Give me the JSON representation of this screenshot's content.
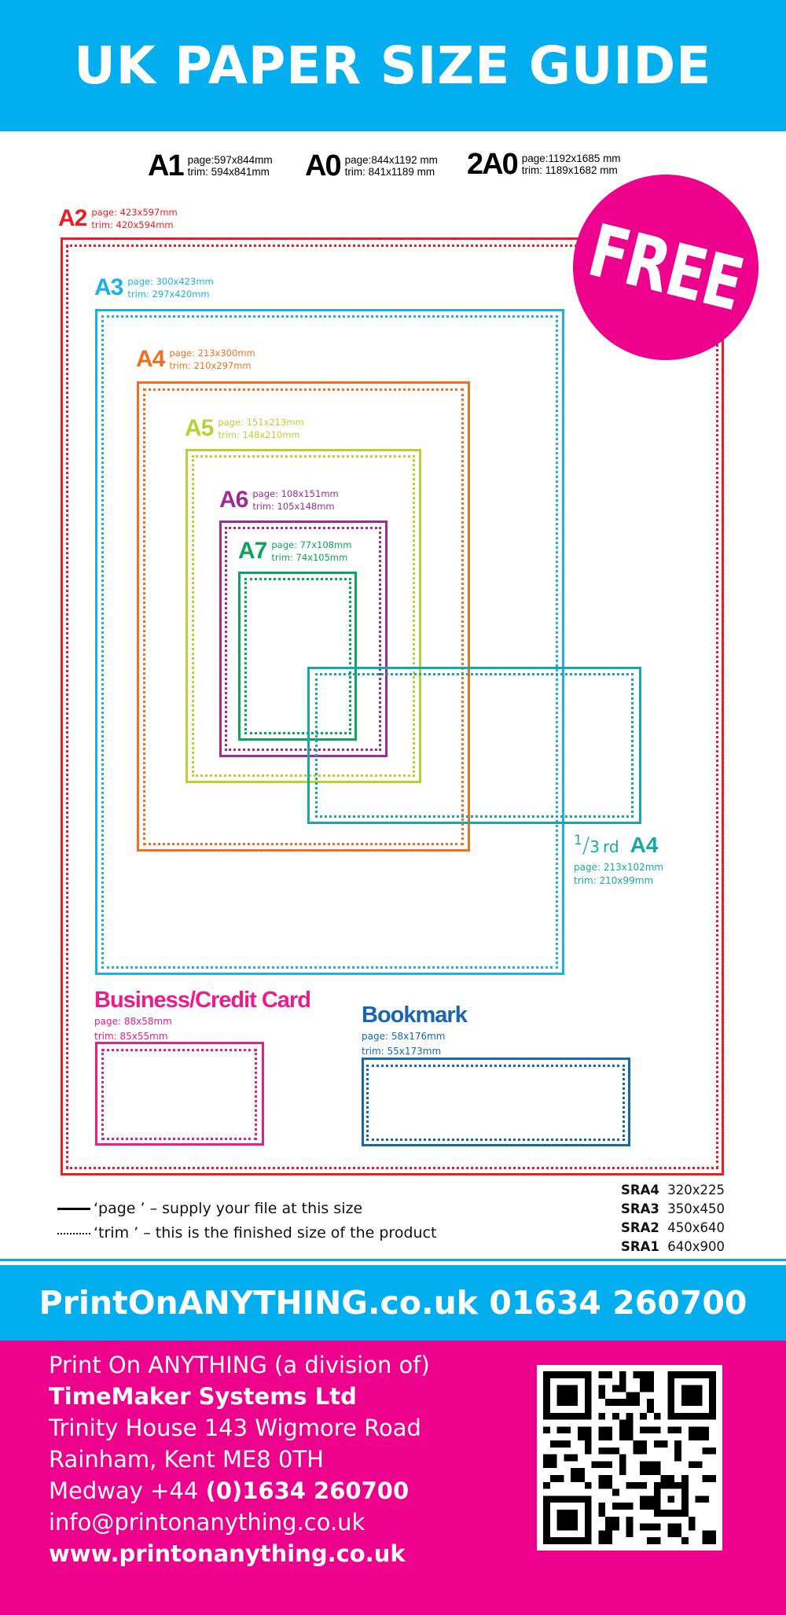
{
  "header": {
    "title": "UK PAPER SIZE GUIDE",
    "bg_color": "#03aeef"
  },
  "large_sizes": [
    {
      "name": "A1",
      "page": "page:597x844mm",
      "trim": "trim:  594x841mm"
    },
    {
      "name": "A0",
      "page": "page:844x1192 mm",
      "trim": "trim:  841x1189 mm"
    },
    {
      "name": "2A0",
      "page": "page:1192x1685 mm",
      "trim": "trim:  1189x1682 mm"
    }
  ],
  "badge": {
    "text": "FREE",
    "color": "#ec008c"
  },
  "sizes": [
    {
      "name": "A2",
      "page": "page: 423x597mm",
      "trim": "trim:   420x594mm",
      "color": "#ed1c24"
    },
    {
      "name": "A3",
      "page": "page: 300x423mm",
      "trim": "trim:   297x420mm",
      "color": "#1ab0e8"
    },
    {
      "name": "A4",
      "page": "page: 213x300mm",
      "trim": "trim:   210x297mm",
      "color": "#f26f22"
    },
    {
      "name": "A5",
      "page": "page: 151x213mm",
      "trim": "trim:   148x210mm",
      "color": "#b5d334"
    },
    {
      "name": "A6",
      "page": "page: 108x151mm",
      "trim": "trim:   105x148mm",
      "color": "#9b2c98"
    },
    {
      "name": "A7",
      "page": "page: 77x108mm",
      "trim": "trim:   74x105mm",
      "color": "#0aa55b"
    }
  ],
  "third_a4": {
    "fraction_num": "1",
    "fraction_den": "3",
    "suffix": "rd",
    "name": "A4",
    "page": "page: 213x102mm",
    "trim": "trim:   210x99mm",
    "color": "#15a8ab"
  },
  "business_card": {
    "title": "Business/Credit Card",
    "page": "page: 88x58mm",
    "trim": "trim:   85x55mm",
    "color": "#ec1c8c"
  },
  "bookmark": {
    "title": "Bookmark",
    "page": "page: 58x176mm",
    "trim": "trim:   55x173mm",
    "color": "#1666b3"
  },
  "legend": {
    "page_line": "‘page ’ – supply your  file at this size",
    "trim_line": "‘trim ’ – this is the   finished size of the product"
  },
  "sra": [
    {
      "name": "SRA4",
      "size": "320x225"
    },
    {
      "name": "SRA3",
      "size": "350x450"
    },
    {
      "name": "SRA2",
      "size": "450x640"
    },
    {
      "name": "SRA1",
      "size": "640x900"
    }
  ],
  "contact_bar": {
    "text": "PrintOnANYTHING.co.uk 01634 260700"
  },
  "address": {
    "line1": "Print On ANYTHING (a division of)",
    "company": "TimeMaker Systems Ltd",
    "street": "Trinity House 143 Wigmore Road",
    "town": "Rainham, Kent ME8 0TH",
    "phone_label": "Medway +44 ",
    "phone_number": "(0)1634 260700",
    "email": "info@printonanything.co.uk",
    "website": "www.printonanything.co.uk"
  },
  "qr_code": {
    "label": "qr-code"
  }
}
